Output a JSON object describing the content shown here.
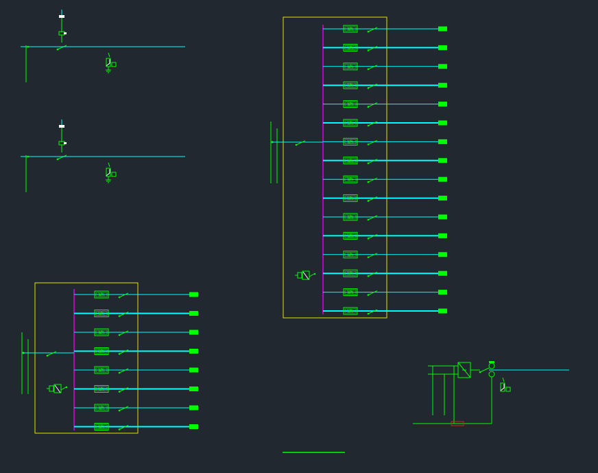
{
  "meter_label": "Wh",
  "colors": {
    "background": "#212830",
    "bus_line": "#00ffff",
    "wire": "#00ff00",
    "panel_border": "#e6e600",
    "busbar": "#e000e0",
    "breaker_white": "#ffffff",
    "fuse_red": "#cc2222"
  },
  "small_panel": {
    "circuit_count": 8
  },
  "large_panel": {
    "circuit_count": 16
  },
  "icons": [
    "meter-icon",
    "breaker-switch-icon",
    "surge-arrester-icon",
    "ground-icon",
    "transformer-icon",
    "fuse-icon",
    "outgoing-terminal-icon"
  ]
}
